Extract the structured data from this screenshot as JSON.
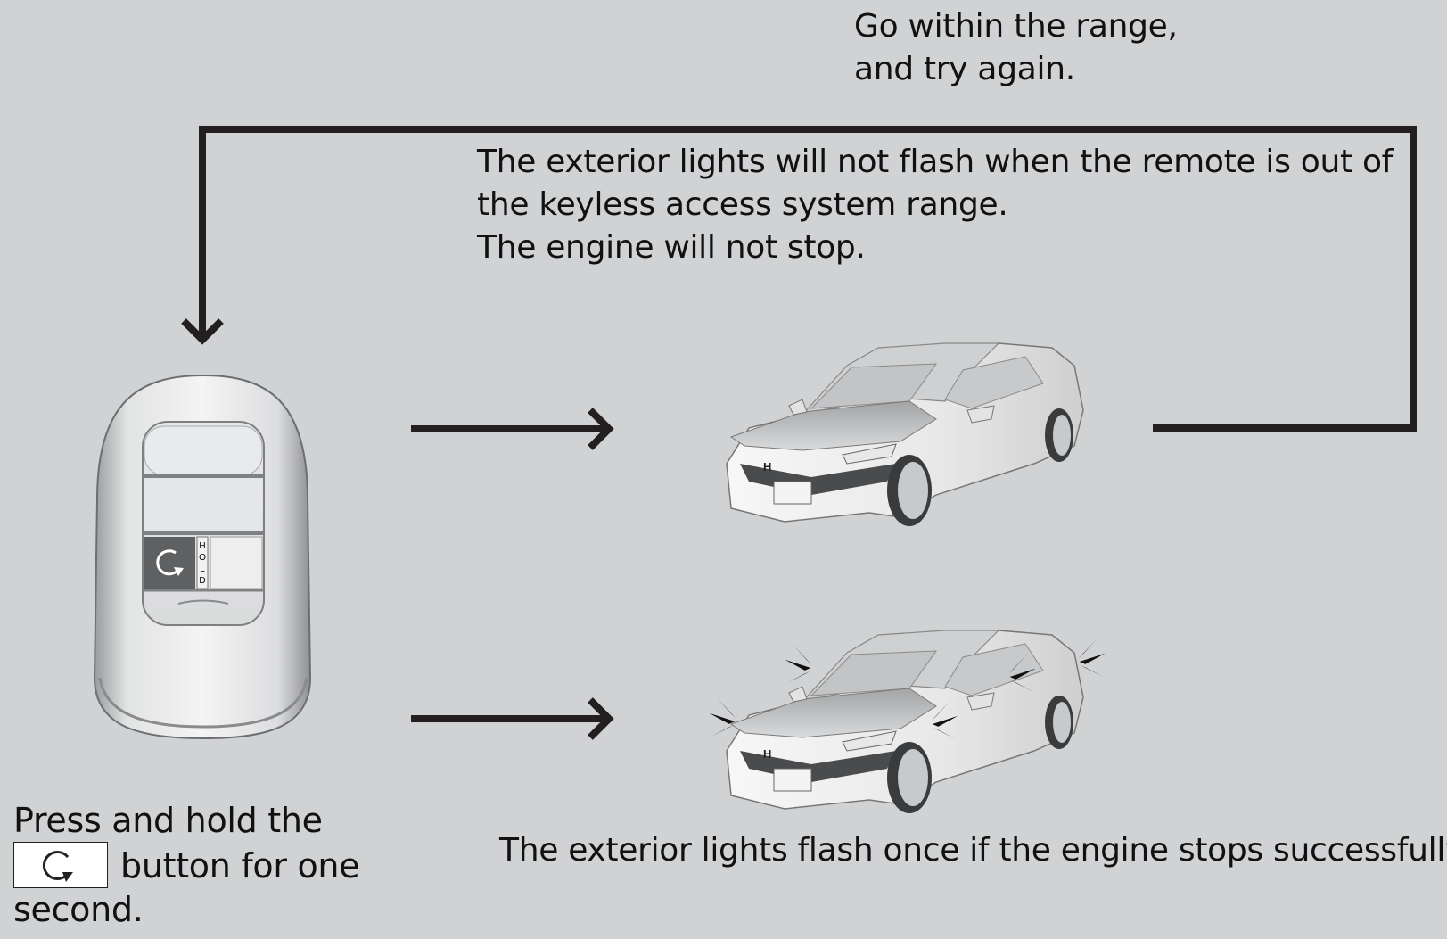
{
  "diagram": {
    "retry_note": {
      "lines": [
        "Go within the range,",
        "and try again."
      ]
    },
    "out_of_range_note": {
      "lines": [
        "The exterior lights will not flash when the remote is out of",
        "the keyless access system range.",
        "The engine will not stop."
      ]
    },
    "success_note": {
      "lines": [
        "The exterior lights flash once if the engine stops successfully."
      ]
    },
    "instruction": {
      "line1": "Press and hold the",
      "line2_after_icon": "button for one",
      "line3": "second.",
      "button_icon": "engine-start-stop-icon"
    },
    "remote": {
      "hold_label": [
        "H",
        "O",
        "L",
        "D"
      ],
      "button_icon": "engine-start-stop-icon"
    },
    "colors": {
      "background": "#d1d2d4",
      "line": "#231f20",
      "text": "#111111"
    }
  }
}
